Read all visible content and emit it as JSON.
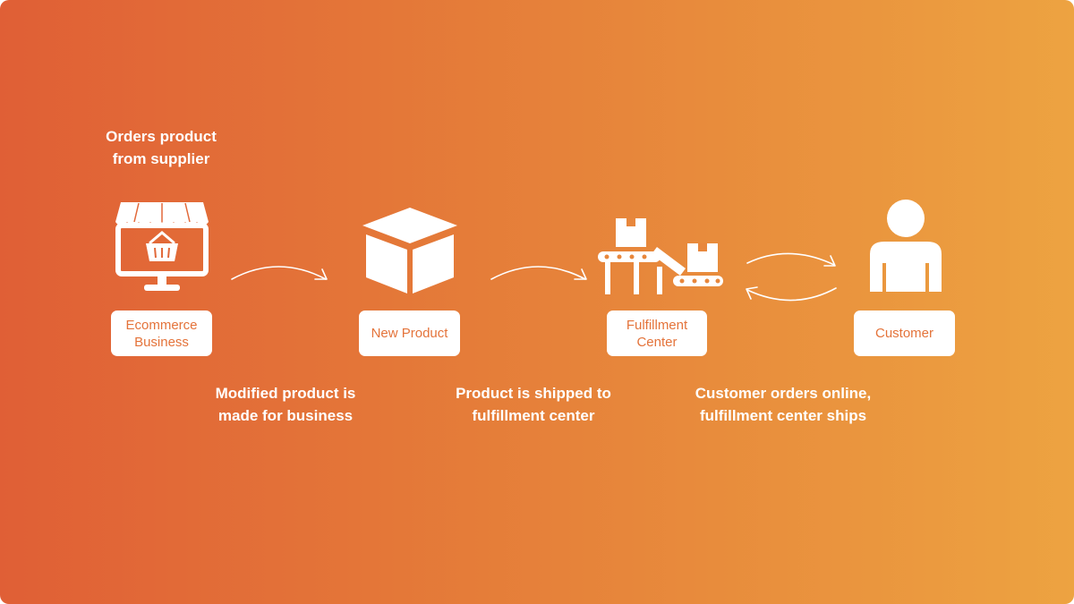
{
  "top_caption": {
    "line1": "Orders product",
    "line2": "from supplier"
  },
  "nodes": [
    {
      "id": "ecommerce-business",
      "line1": "Ecommerce",
      "line2": "Business",
      "icon": "storefront-monitor-icon"
    },
    {
      "id": "new-product",
      "line1": "New Product",
      "line2": "",
      "icon": "box-icon"
    },
    {
      "id": "fulfillment-center",
      "line1": "Fulfillment",
      "line2": "Center",
      "icon": "conveyor-belt-icon"
    },
    {
      "id": "customer",
      "line1": "Customer",
      "line2": "",
      "icon": "person-icon"
    }
  ],
  "step_captions": [
    {
      "line1": "Modified product is",
      "line2": "made for business"
    },
    {
      "line1": "Product is shipped to",
      "line2": "fulfillment center"
    },
    {
      "line1": "Customer orders online,",
      "line2": "fulfillment center ships"
    }
  ],
  "colors": {
    "gradient_start": "#E05F36",
    "gradient_end": "#EDA341",
    "label_text": "#E4733A",
    "foreground": "#FFFFFF"
  }
}
